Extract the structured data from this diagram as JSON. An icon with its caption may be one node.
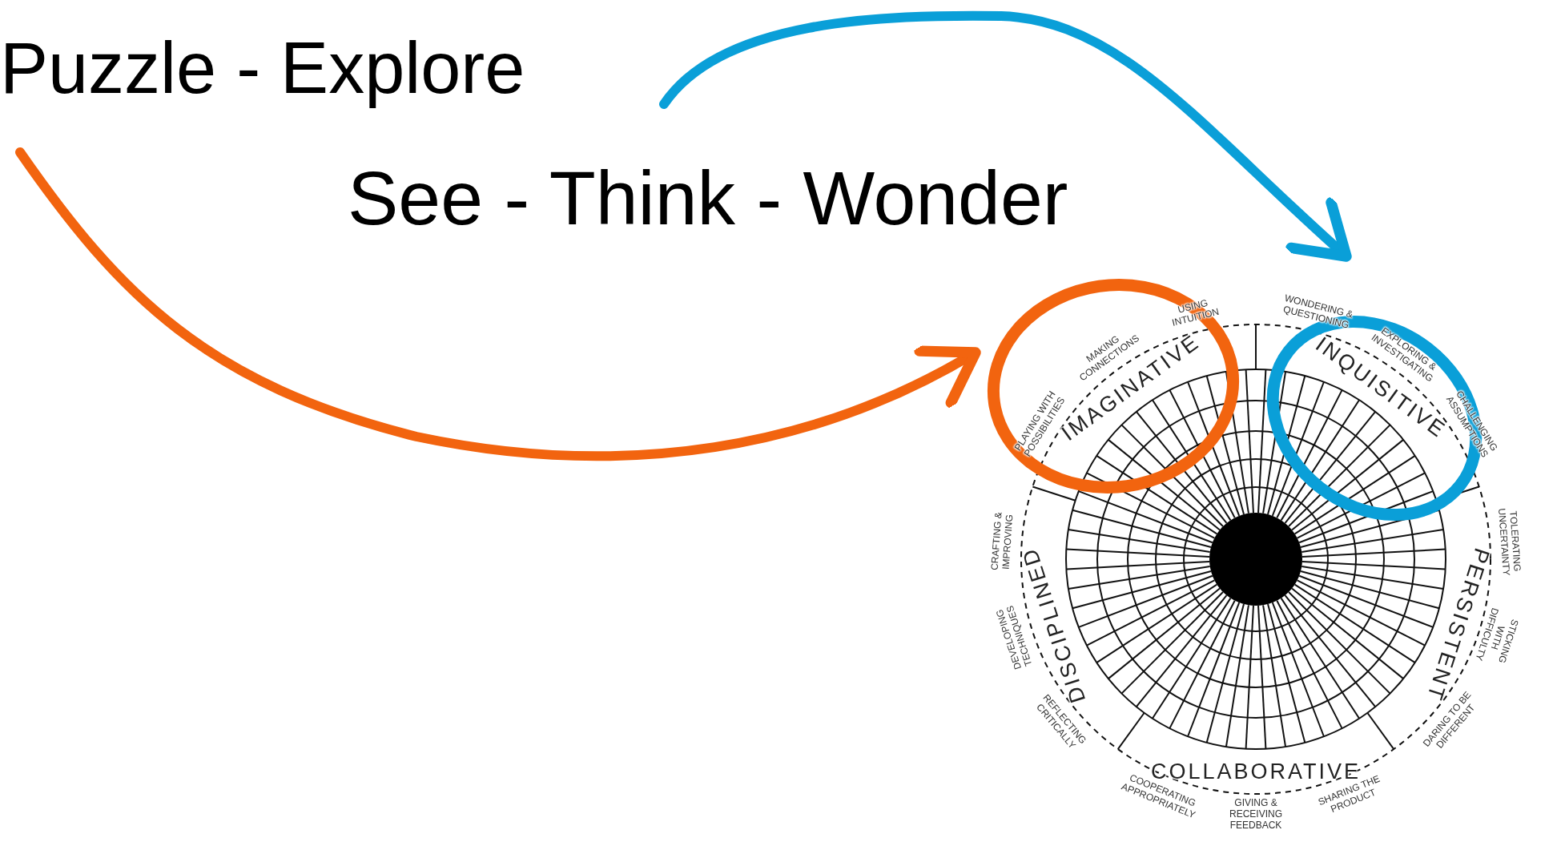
{
  "diagram": {
    "nodes": [
      {
        "text": [
          "Puzzle - Explore"
        ]
      },
      {
        "text": [
          "See - Think - Wonder"
        ]
      },
      {
        "text": [],
        "shape": "circle"
      },
      {
        "text": [],
        "shape": "circle"
      }
    ],
    "edges": [
      {
        "from": 0,
        "to": 2,
        "arrow": "to",
        "color": "#f2640f"
      },
      {
        "from": 1,
        "to": 3,
        "arrow": "to",
        "color": "#0a9fd8"
      }
    ],
    "labels": [
      "PLAYING WITH POSSIBILITIES",
      "MAKING CONNECTIONS",
      "USING INTUITION",
      "WONDERING & QUESTIONING",
      "EXPLORING & INVESTIGATING",
      "CHALLENGING ASSUMPTIONS",
      "IMAGINATIVE",
      "INQUISITIVE",
      "CRAFTING & IMPROVING",
      "TOLERATING UNCERTAINTY",
      "DISCIPLINED",
      "PERSISTENT",
      "DEVELOPING TECHNIQUES",
      "STICKING WITH DIFFICULTY",
      "REFLECTING CRITICALLY",
      "DARING TO BE DIFFERENT",
      "COLLABORATIVE",
      "COOPERATING APPROPRIATELY",
      "SHARING THE PRODUCT",
      "GIVING & RECEIVING FEEDBACK"
    ]
  }
}
